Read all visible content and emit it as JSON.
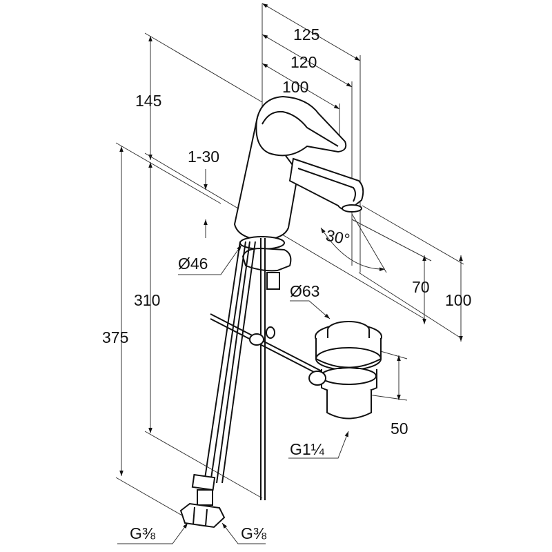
{
  "drawing": {
    "dimensions": {
      "d125": "125",
      "d120": "120",
      "d100_top": "100",
      "d145": "145",
      "d1_30": "1-30",
      "d30deg": "30°",
      "d46": "Ø46",
      "d63": "Ø63",
      "d310": "310",
      "d375": "375",
      "d70": "70",
      "d100_right": "100",
      "d50": "50",
      "g114": "G1¼",
      "g38_left": "G⅜",
      "g38_right": "G⅜"
    }
  }
}
